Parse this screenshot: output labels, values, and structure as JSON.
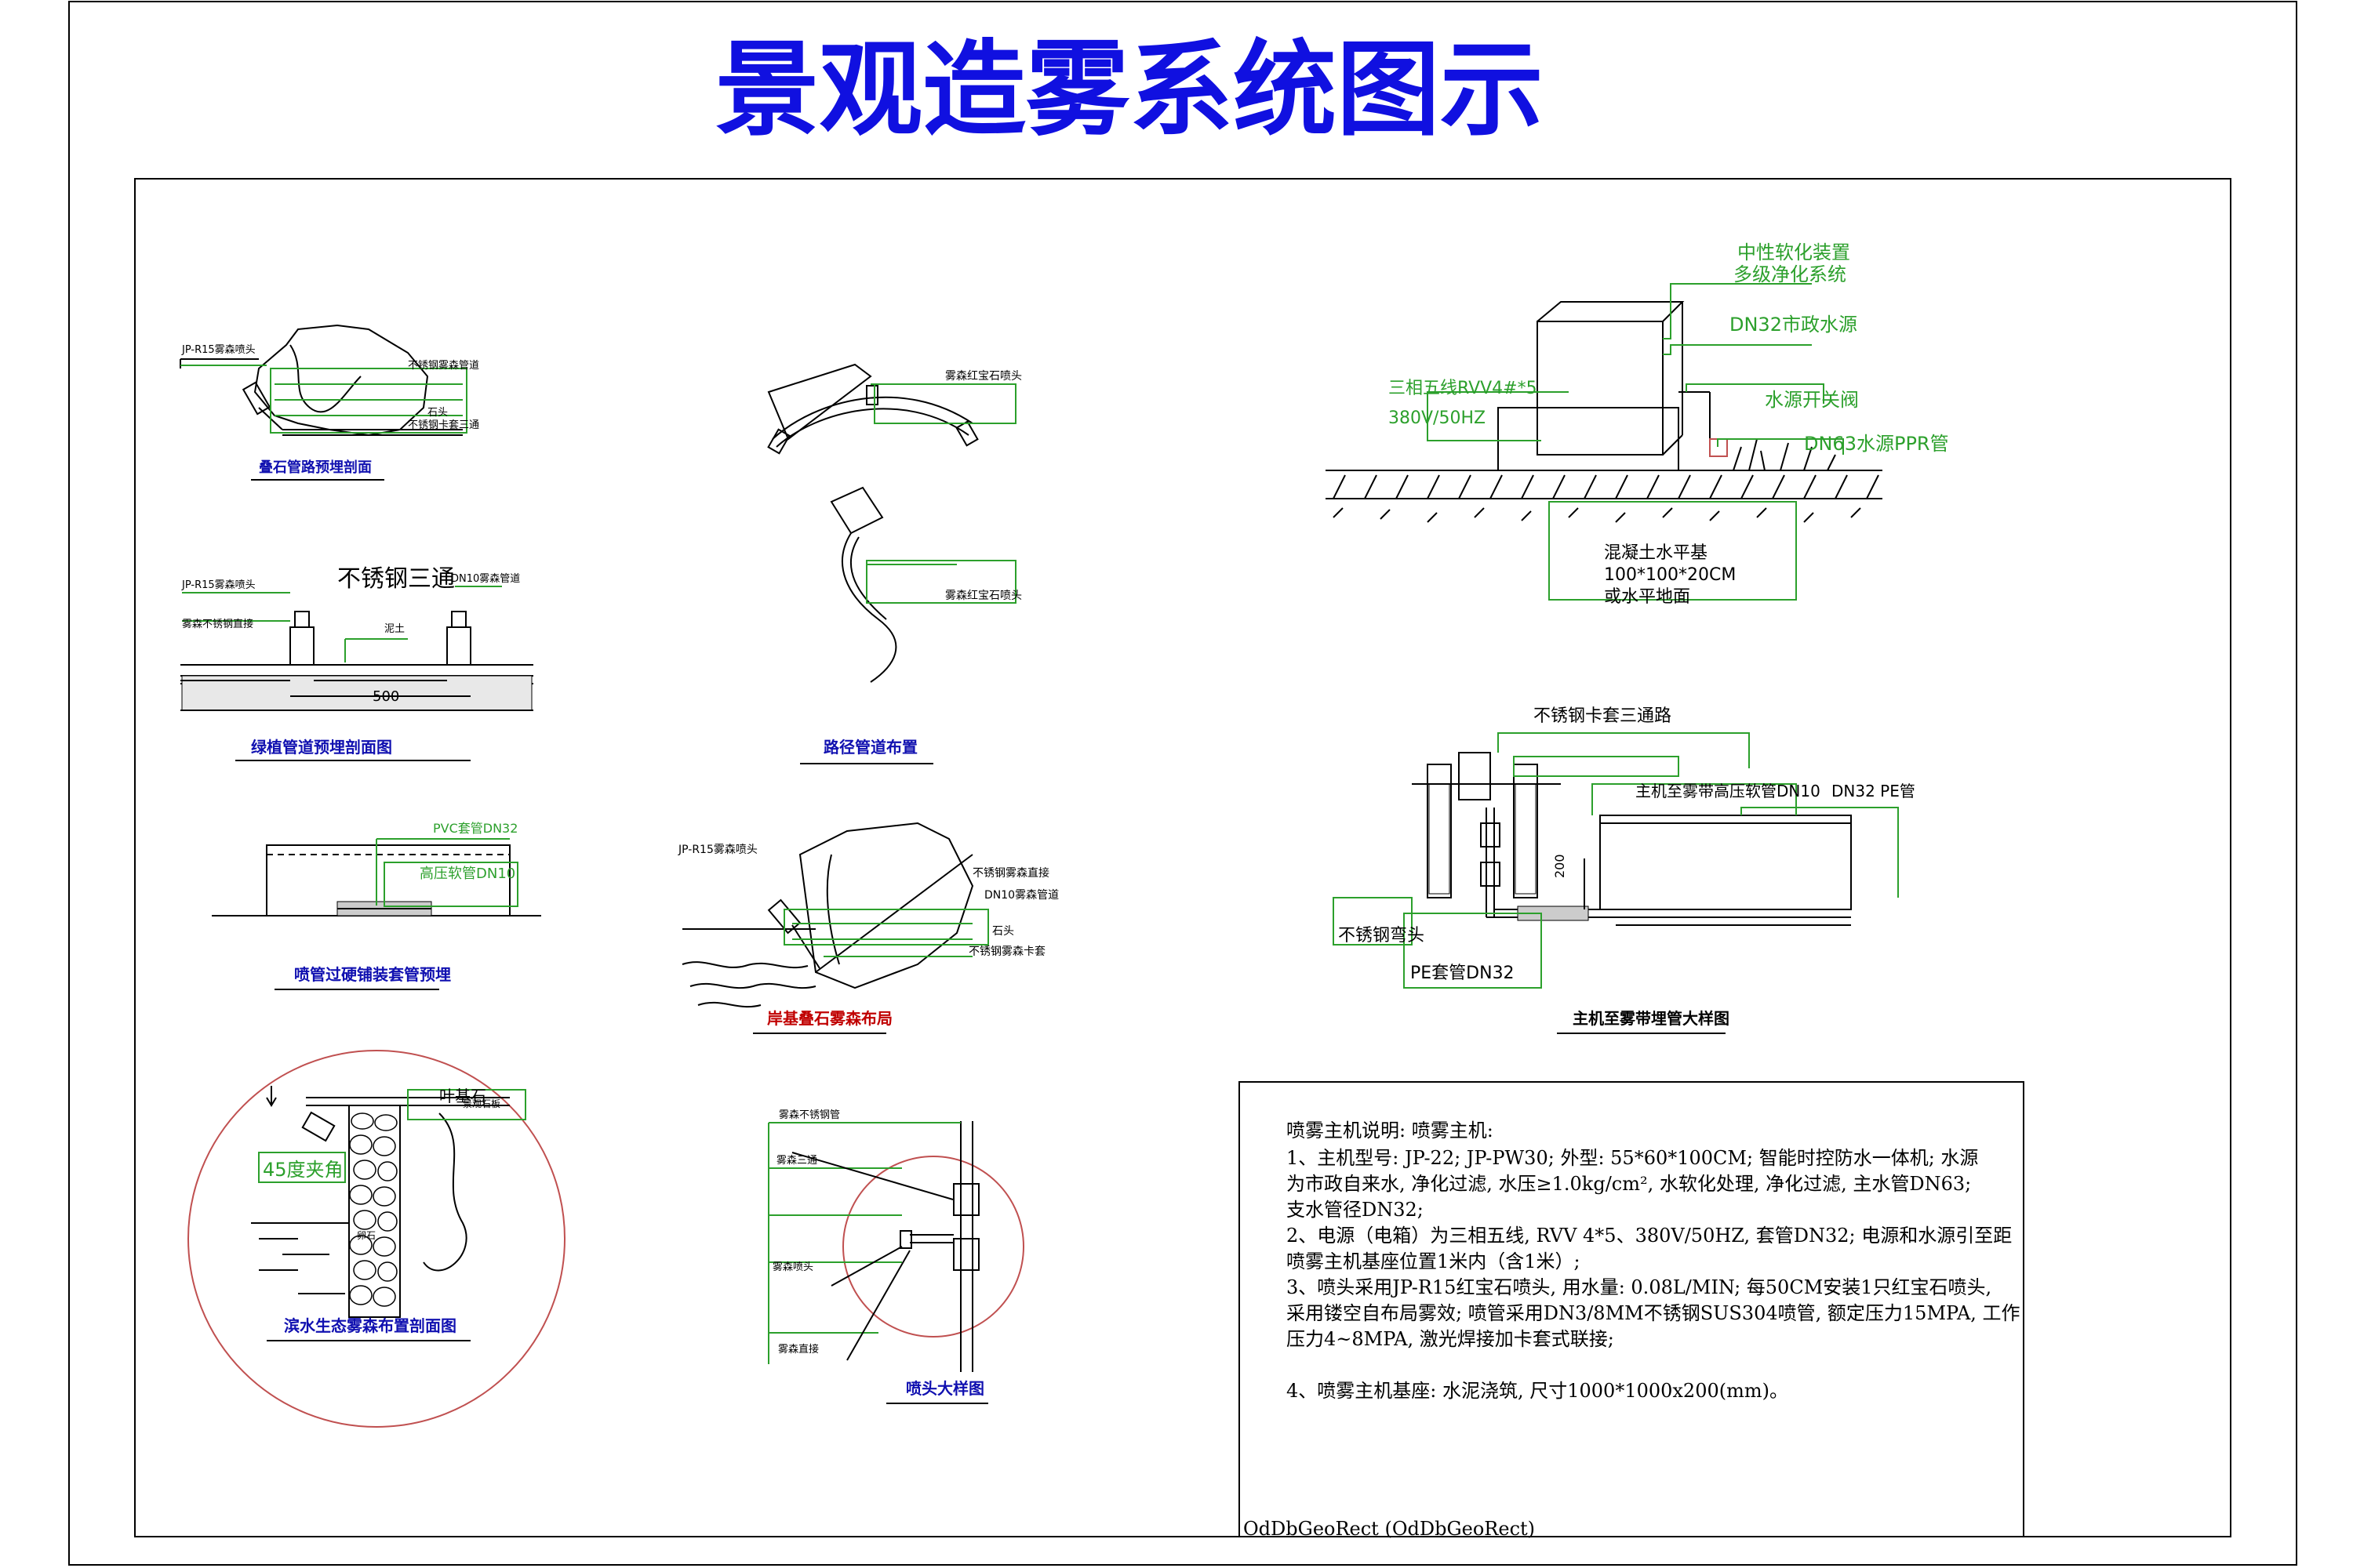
{
  "title": "景观造雾系统图示",
  "figures": {
    "f1": {
      "caption": "叠石管路预埋剖面",
      "labels": [
        "JP-R15雾森喷头",
        "不锈钢雾森管道",
        "石头",
        "不锈钢卡套三通"
      ]
    },
    "f2": {
      "caption": "绿植管道预埋剖面图",
      "labels": [
        "JP-R15雾森喷头",
        "不锈钢三通",
        "DN10雾森管道",
        "雾森不锈钢直接",
        "泥土",
        "500"
      ]
    },
    "f3": {
      "caption": "路径管道布置",
      "labels": [
        "雾森红宝石喷头",
        "雾森红宝石喷头"
      ]
    },
    "f4": {
      "caption": "喷管过硬铺装套管预埋",
      "labels": [
        "PVC套管DN32",
        "高压软管DN10"
      ]
    },
    "f5": {
      "caption": "岸基叠石雾森布局",
      "labels": [
        "JP-R15雾森喷头",
        "不锈钢雾森直接",
        "DN10雾森管道",
        "石头",
        "不锈钢雾森卡套"
      ]
    },
    "f6": {
      "caption": "滨水生态雾森布置剖面图",
      "labels": [
        "叶基石",
        "景观石板",
        "45度夹角",
        "卵石"
      ]
    },
    "f7": {
      "caption": "喷头大样图",
      "labels": [
        "雾森不锈钢管",
        "雾森三通",
        "雾森喷头",
        "雾森直接"
      ]
    },
    "f8": {
      "labels": [
        "中性软化装置",
        "多级净化系统",
        "DN32市政水源",
        "三相五线RVV4#*5",
        "380V/50HZ",
        "水源开关阀",
        "DN63水源PPR管",
        "混凝土水平基",
        "100*100*20CM",
        "或水平地面"
      ]
    },
    "f9": {
      "caption": "主机至雾带埋管大样图",
      "labels": [
        "不锈钢卡套三通路",
        "主机至雾带高压软管DN10",
        "DN32 PE管",
        "200",
        "不锈钢弯头",
        "PE套管DN32"
      ]
    }
  },
  "notes": {
    "title": "喷雾主机说明: 喷雾主机:",
    "lines": [
      "1、主机型号: JP-22; JP-PW30; 外型: 55*60*100CM; 智能时控防水一体机; 水源",
      "为市政自来水, 净化过滤, 水压≥1.0kg/cm², 水软化处理, 净化过滤, 主水管DN63;",
      "支水管径DN32;",
      "2、电源（电箱）为三相五线, RVV 4*5、380V/50HZ, 套管DN32; 电源和水源引至距",
      "喷雾主机基座位置1米内（含1米）;",
      "3、喷头采用JP-R15红宝石喷头, 用水量: 0.08L/MIN; 每50CM安装1只红宝石喷头,",
      "采用镂空自布局雾效; 喷管采用DN3/8MM不锈钢SUS304喷管, 额定压力15MPA, 工作",
      "压力4~8MPA, 激光焊接加卡套式联接;",
      "",
      "4、喷雾主机基座: 水泥浇筑, 尺寸1000*1000x200(mm)。"
    ],
    "footer": "OdDbGeoRect (OdDbGeoRect)"
  }
}
